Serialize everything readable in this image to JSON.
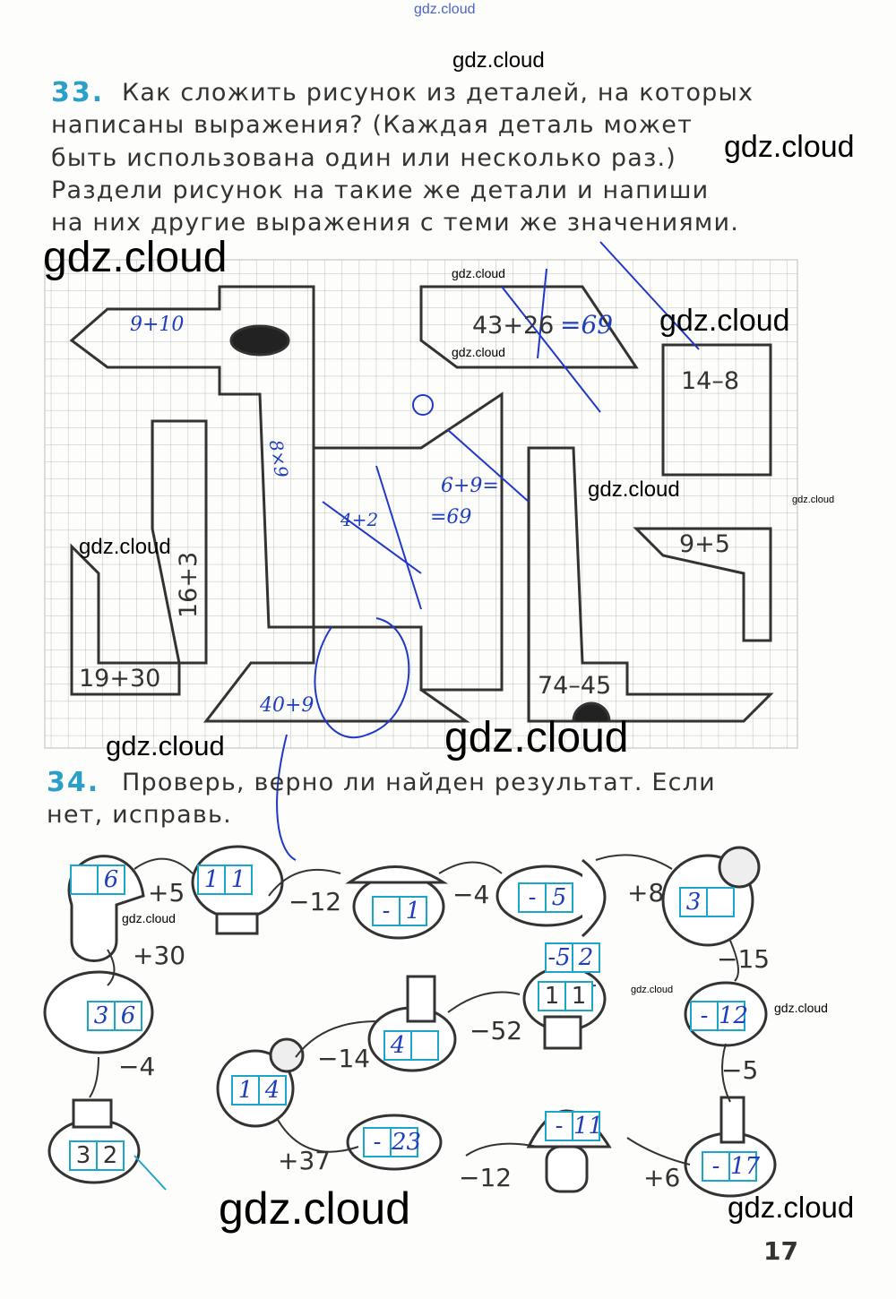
{
  "watermark_top": "gdz.cloud",
  "watermark": "gdz.cloud",
  "task33": {
    "number": "33.",
    "lines": [
      "Как сложить рисунок из деталей, на которых",
      "написаны выражения? (Каждая деталь может",
      "быть использована один или несколько раз.)",
      "Раздели рисунок на такие же детали и напиши",
      "на них другие выражения с теми же значениями."
    ],
    "printed_labels": [
      "43+26",
      "14–8",
      "16+3",
      "19+30",
      "9+5",
      "74–45"
    ],
    "handwritten": [
      "9+10",
      "=69",
      "8×9",
      "6+9=",
      "=69",
      "4+2",
      "40+9"
    ]
  },
  "task34": {
    "number": "34.",
    "lines": [
      "Проверь, верно ли найден результат. Если",
      "нет, исправь."
    ],
    "mushrooms": [
      {
        "cells": [
          "",
          "6"
        ]
      },
      {
        "cells": [
          "1",
          "1"
        ]
      },
      {
        "cells": [
          "-",
          "1"
        ]
      },
      {
        "cells": [
          "-",
          "5"
        ]
      },
      {
        "cells": [
          "3",
          ""
        ]
      },
      {
        "cells": [
          "-",
          "12"
        ]
      },
      {
        "cells": [
          "-",
          "17"
        ]
      },
      {
        "cells": [
          "-",
          "11"
        ]
      },
      {
        "cells": [
          "-",
          "23"
        ]
      },
      {
        "cells": [
          "1",
          "4"
        ]
      },
      {
        "cells": [
          "4",
          ""
        ]
      },
      {
        "cells": [
          "1",
          "1"
        ]
      },
      {
        "cells": [
          "3",
          "6"
        ]
      },
      {
        "cells": [
          "3",
          "2"
        ]
      }
    ],
    "correction": [
      "-5",
      "2"
    ],
    "operations": [
      "+5",
      "−12",
      "−4",
      "+8",
      "−15",
      "−5",
      "+6",
      "−12",
      "+37",
      "−14",
      "−52",
      "−4",
      "+30"
    ]
  },
  "page_number": "17"
}
